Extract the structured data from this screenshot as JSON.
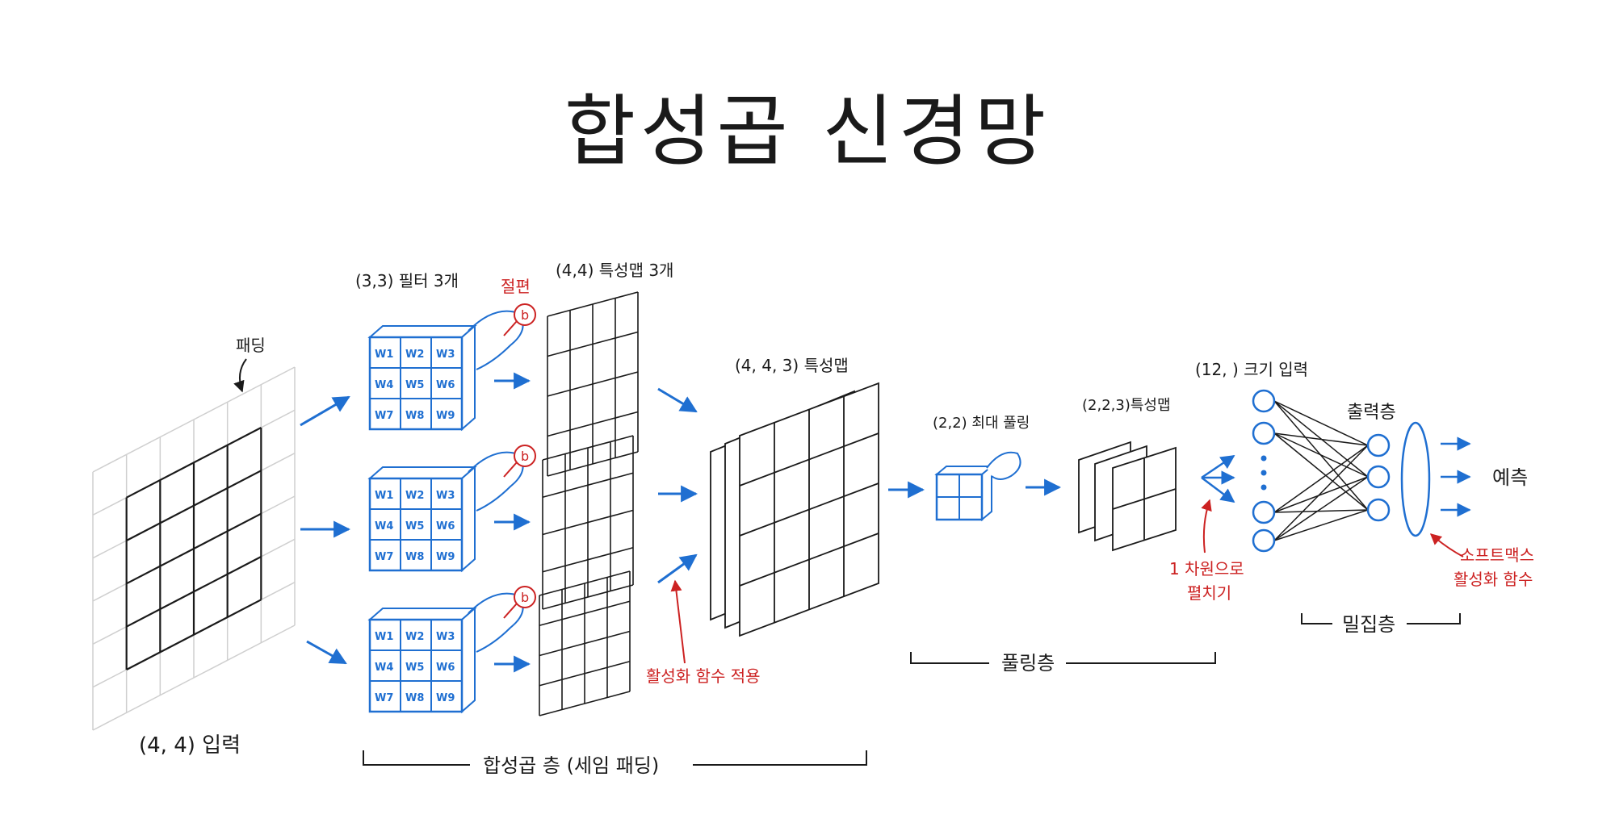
{
  "title": "합성곱 신경망",
  "input": {
    "padding_label": "패딩",
    "label": "(4, 4)  입력"
  },
  "filters": {
    "label": "(3,3) 필터 3개",
    "bias_note": "절편",
    "bias_symbol": "b",
    "weights": [
      "W1",
      "W2",
      "W3",
      "W4",
      "W5",
      "W6",
      "W7",
      "W8",
      "W9"
    ]
  },
  "feature_maps": {
    "label": "(4,4) 특성맵 3개"
  },
  "stacked_map": {
    "label": "(4, 4, 3) 특성맵"
  },
  "activation_note": "활성화 함수 적용",
  "pooling": {
    "label": "(2,2) 최대 풀링",
    "output_label": "(2,2,3)특성맵",
    "layer_label": "풀링층"
  },
  "flatten": {
    "input_label": "(12, ) 크기 입력",
    "note_line1": "1 차원으로",
    "note_line2": "펼치기"
  },
  "dense": {
    "output_layer_label": "출력층",
    "prediction_label": "예측",
    "softmax_line1": "소프트맥스",
    "softmax_line2": "활성화 함수",
    "layer_label": "밀집층"
  },
  "conv_layer_label": "합성곱 층 (세임 패딩)",
  "colors": {
    "ink": "#1a1a1a",
    "blue": "#1f6fd1",
    "red": "#cc2222",
    "grid_light": "#cfcfcf"
  }
}
